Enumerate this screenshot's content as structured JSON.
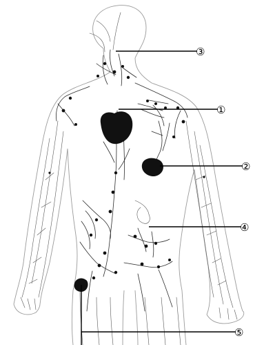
{
  "figure": {
    "callouts": [
      {
        "id": "label-1",
        "text": "①"
      },
      {
        "id": "label-2",
        "text": "②"
      },
      {
        "id": "label-3",
        "text": "③"
      },
      {
        "id": "label-4",
        "text": "④"
      },
      {
        "id": "label-5",
        "text": "⑤"
      }
    ]
  },
  "colors": {
    "ink": "#000000",
    "outline": "#9a9a9a",
    "organ_fill": "#111111",
    "background": "#ffffff"
  }
}
